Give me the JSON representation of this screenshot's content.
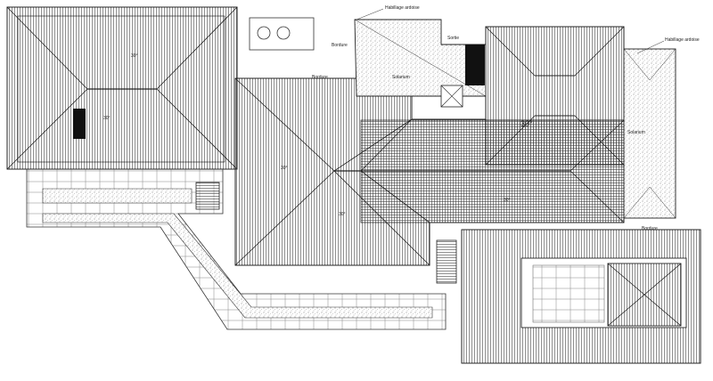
{
  "drawing": {
    "labels": {
      "notation_1": "Habillage ardoise",
      "notation_2": "Habillage ardoise",
      "notation_3": "Solarium",
      "notation_4": "Solarium",
      "notation_5": "Bordure",
      "notation_6": "Bordure",
      "notation_7": "Bordure",
      "notation_8": "Sortie"
    },
    "slopes": {
      "s1": "30°",
      "s2": "30°",
      "s3": "30°",
      "s4": "30°",
      "s5": "30°",
      "s6": "30°"
    }
  }
}
